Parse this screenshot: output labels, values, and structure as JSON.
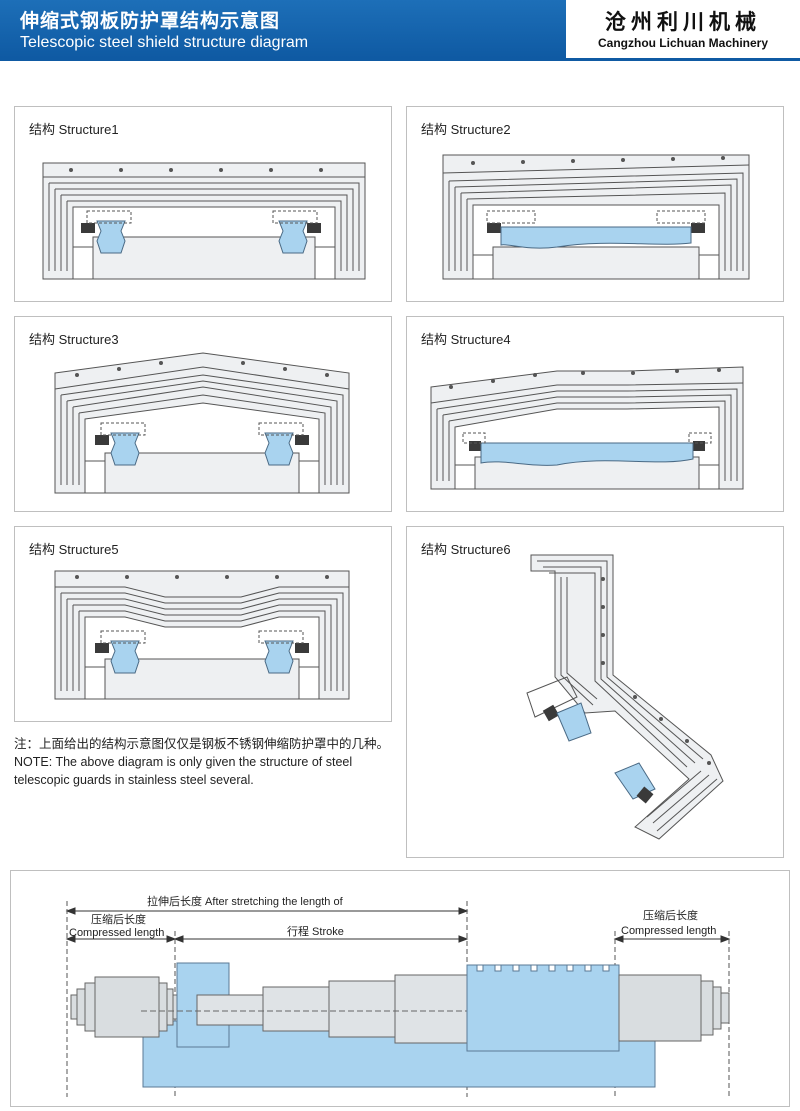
{
  "header": {
    "title_cn": "伸缩式钢板防护罩结构示意图",
    "title_en": "Telescopic steel shield structure diagram",
    "company_cn": "沧州利川机械",
    "company_en": "Cangzhou Lichuan Machinery"
  },
  "structures": [
    {
      "label": "结构 Structure1"
    },
    {
      "label": "结构 Structure2"
    },
    {
      "label": "结构 Structure3"
    },
    {
      "label": "结构 Structure4"
    },
    {
      "label": "结构 Structure5"
    },
    {
      "label": "结构 Structure6"
    }
  ],
  "note": {
    "cn": "注：上面给出的结构示意图仅仅是钢板不锈钢伸缩防护罩中的几种。",
    "en": "NOTE: The above diagram is only given the structure of steel telescopic guards in stainless steel several."
  },
  "dimensions": {
    "stretched": "拉伸后长度  After stretching the length of",
    "compressed_cn_left": "压缩后长度",
    "compressed_en_left": "Compressed length",
    "stroke": "行程 Stroke",
    "compressed_cn_right": "压缩后长度",
    "compressed_en_right": "Compressed length"
  },
  "colors": {
    "header_blue": "#0f5aa3",
    "shield_gray": "#d9dde0",
    "rail_blue": "#a9d3ef",
    "seal_dark": "#3a3a3a"
  }
}
